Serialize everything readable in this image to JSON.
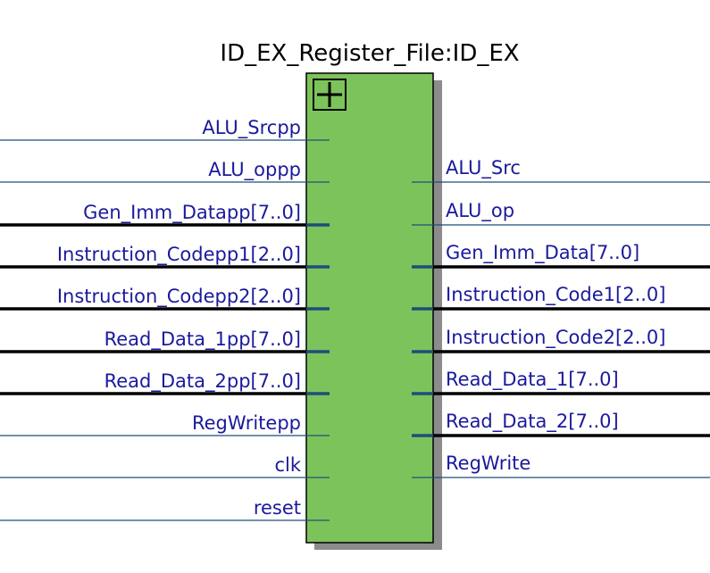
{
  "block": {
    "title": "ID_EX_Register_File:ID_EX",
    "expand_symbol": "+",
    "fill_color": "#7dc35c",
    "border_color": "#000000",
    "shadow_color": "#8c8c8c",
    "wire_color": "#1f4e79",
    "text_color": "#1a1a9c"
  },
  "inputs": [
    {
      "label": "ALU_Srcpp",
      "bus": false
    },
    {
      "label": "ALU_oppp",
      "bus": false
    },
    {
      "label": "Gen_Imm_Datapp[7..0]",
      "bus": true
    },
    {
      "label": "Instruction_Codepp1[2..0]",
      "bus": true
    },
    {
      "label": "Instruction_Codepp2[2..0]",
      "bus": true
    },
    {
      "label": "Read_Data_1pp[7..0]",
      "bus": true
    },
    {
      "label": "Read_Data_2pp[7..0]",
      "bus": true
    },
    {
      "label": "RegWritepp",
      "bus": false
    },
    {
      "label": "clk",
      "bus": false
    },
    {
      "label": "reset",
      "bus": false
    }
  ],
  "outputs": [
    {
      "label": "ALU_Src",
      "bus": false
    },
    {
      "label": "ALU_op",
      "bus": false
    },
    {
      "label": "Gen_Imm_Data[7..0]",
      "bus": true
    },
    {
      "label": "Instruction_Code1[2..0]",
      "bus": true
    },
    {
      "label": "Instruction_Code2[2..0]",
      "bus": true
    },
    {
      "label": "Read_Data_1[7..0]",
      "bus": true
    },
    {
      "label": "Read_Data_2[7..0]",
      "bus": true
    },
    {
      "label": "RegWrite",
      "bus": false
    }
  ]
}
